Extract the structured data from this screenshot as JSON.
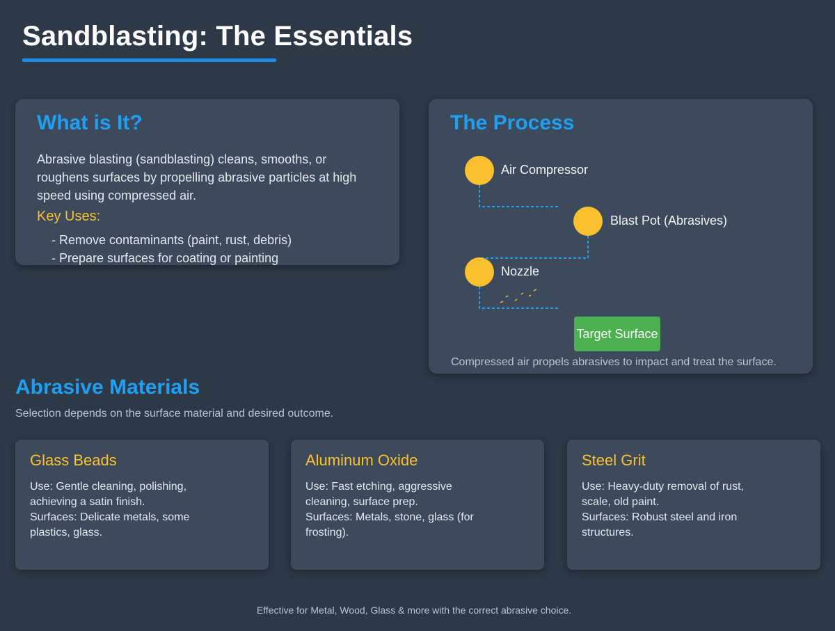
{
  "title": "Sandblasting: The Essentials",
  "what": {
    "heading": "What is It?",
    "body": "Abrasive blasting (sandblasting) cleans, smooths, or roughens surfaces by propelling abrasive particles at high speed using compressed air.",
    "key_uses_label": "Key Uses:",
    "uses": [
      "- Remove contaminants (paint, rust, debris)",
      "- Prepare surfaces for coating or painting"
    ]
  },
  "process": {
    "heading": "The Process",
    "steps": [
      "Air Compressor",
      "Blast Pot (Abrasives)",
      "Nozzle"
    ],
    "target": "Target Surface",
    "caption": "Compressed air propels abrasives to impact and treat the surface."
  },
  "materials": {
    "heading": "Abrasive Materials",
    "subtitle": "Selection depends on the surface material and desired outcome.",
    "items": [
      {
        "name": "Glass Beads",
        "use": "Use: Gentle cleaning, polishing, achieving a satin finish.",
        "surfaces": "Surfaces: Delicate metals, some plastics, glass."
      },
      {
        "name": "Aluminum Oxide",
        "use": "Use: Fast etching, aggressive cleaning, surface prep.",
        "surfaces": "Surfaces: Metals, stone, glass (for frosting)."
      },
      {
        "name": "Steel Grit",
        "use": "Use: Heavy-duty removal of rust, scale, old paint.",
        "surfaces": "Surfaces: Robust steel and iron structures."
      }
    ]
  },
  "footer": "Effective for Metal, Wood, Glass & more with the correct abrasive choice.",
  "colors": {
    "background": "#2d3947",
    "card": "#3c4a5c",
    "accent_blue": "#1e9ff2",
    "accent_yellow": "#fbc02d",
    "target_green": "#4caf50"
  }
}
